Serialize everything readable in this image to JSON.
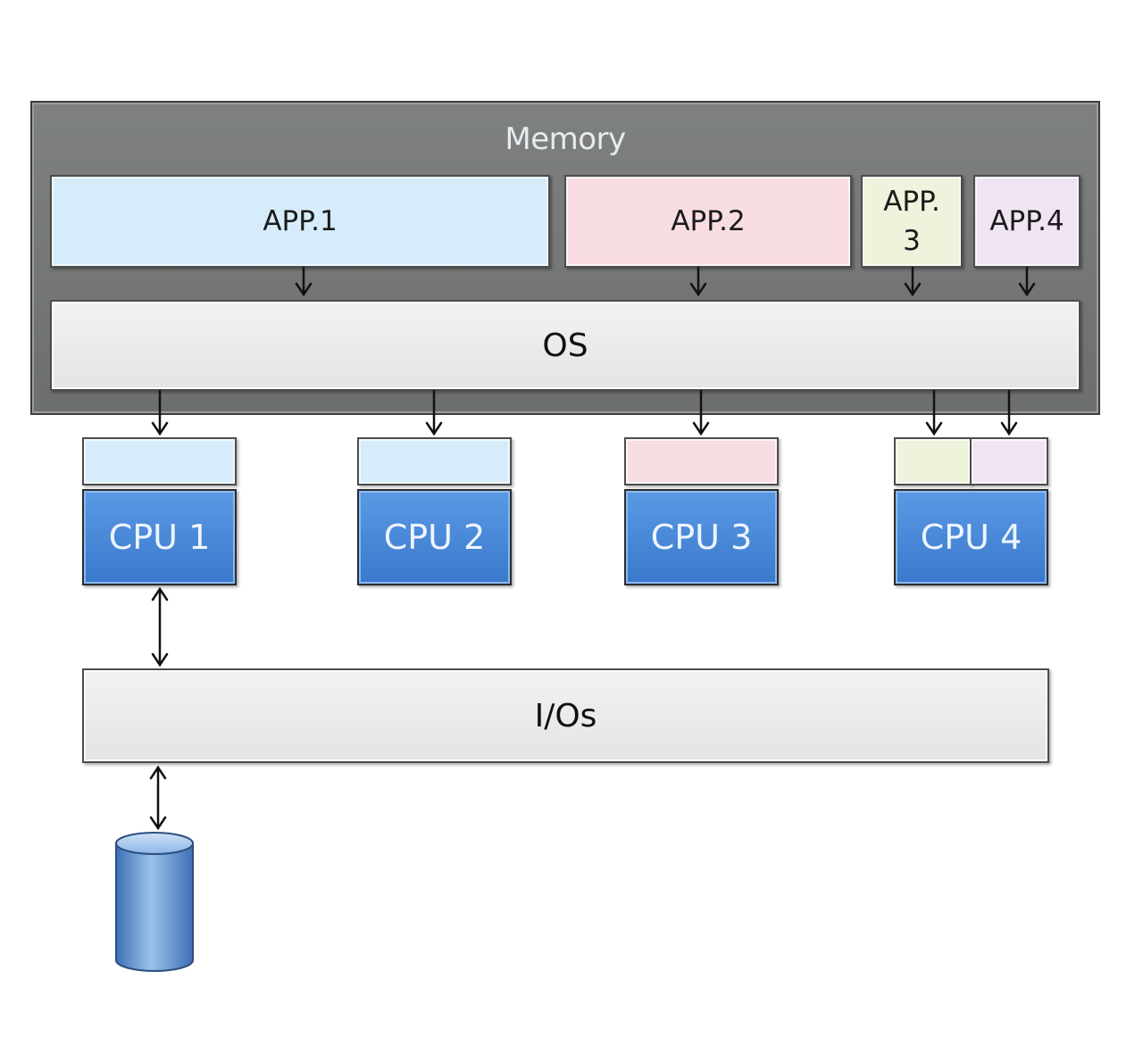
{
  "diagram": {
    "memory": {
      "label": "Memory"
    },
    "apps": [
      {
        "id": "app1",
        "label": "APP.1",
        "color": "#d6ecfa"
      },
      {
        "id": "app2",
        "label": "APP.2",
        "color": "#f8dde3"
      },
      {
        "id": "app3",
        "label": "APP. 3",
        "color": "#eef3dc"
      },
      {
        "id": "app4",
        "label": "APP.4",
        "color": "#f0e4f3"
      }
    ],
    "os": {
      "label": "OS"
    },
    "cpus": [
      {
        "label": "CPU 1",
        "runs": [
          "APP.1"
        ]
      },
      {
        "label": "CPU 2",
        "runs": [
          "APP.1"
        ]
      },
      {
        "label": "CPU 3",
        "runs": [
          "APP.2"
        ]
      },
      {
        "label": "CPU 4",
        "runs": [
          "APP. 3",
          "APP.4"
        ]
      }
    ],
    "ios": {
      "label": "I/Os"
    },
    "storage": {
      "icon": "database-cylinder-icon"
    },
    "edges": [
      {
        "from": "APP.1",
        "to": "OS",
        "type": "one-way"
      },
      {
        "from": "APP.2",
        "to": "OS",
        "type": "one-way"
      },
      {
        "from": "APP. 3",
        "to": "OS",
        "type": "one-way"
      },
      {
        "from": "APP.4",
        "to": "OS",
        "type": "one-way"
      },
      {
        "from": "OS",
        "to": "CPU 1",
        "type": "one-way"
      },
      {
        "from": "OS",
        "to": "CPU 2",
        "type": "one-way"
      },
      {
        "from": "OS",
        "to": "CPU 3",
        "type": "one-way"
      },
      {
        "from": "OS",
        "to": "CPU 4 (APP. 3 slot)",
        "type": "one-way"
      },
      {
        "from": "OS",
        "to": "CPU 4 (APP.4 slot)",
        "type": "one-way"
      },
      {
        "from": "CPU 1",
        "to": "I/Os",
        "type": "two-way"
      },
      {
        "from": "I/Os",
        "to": "Storage",
        "type": "two-way"
      }
    ]
  }
}
